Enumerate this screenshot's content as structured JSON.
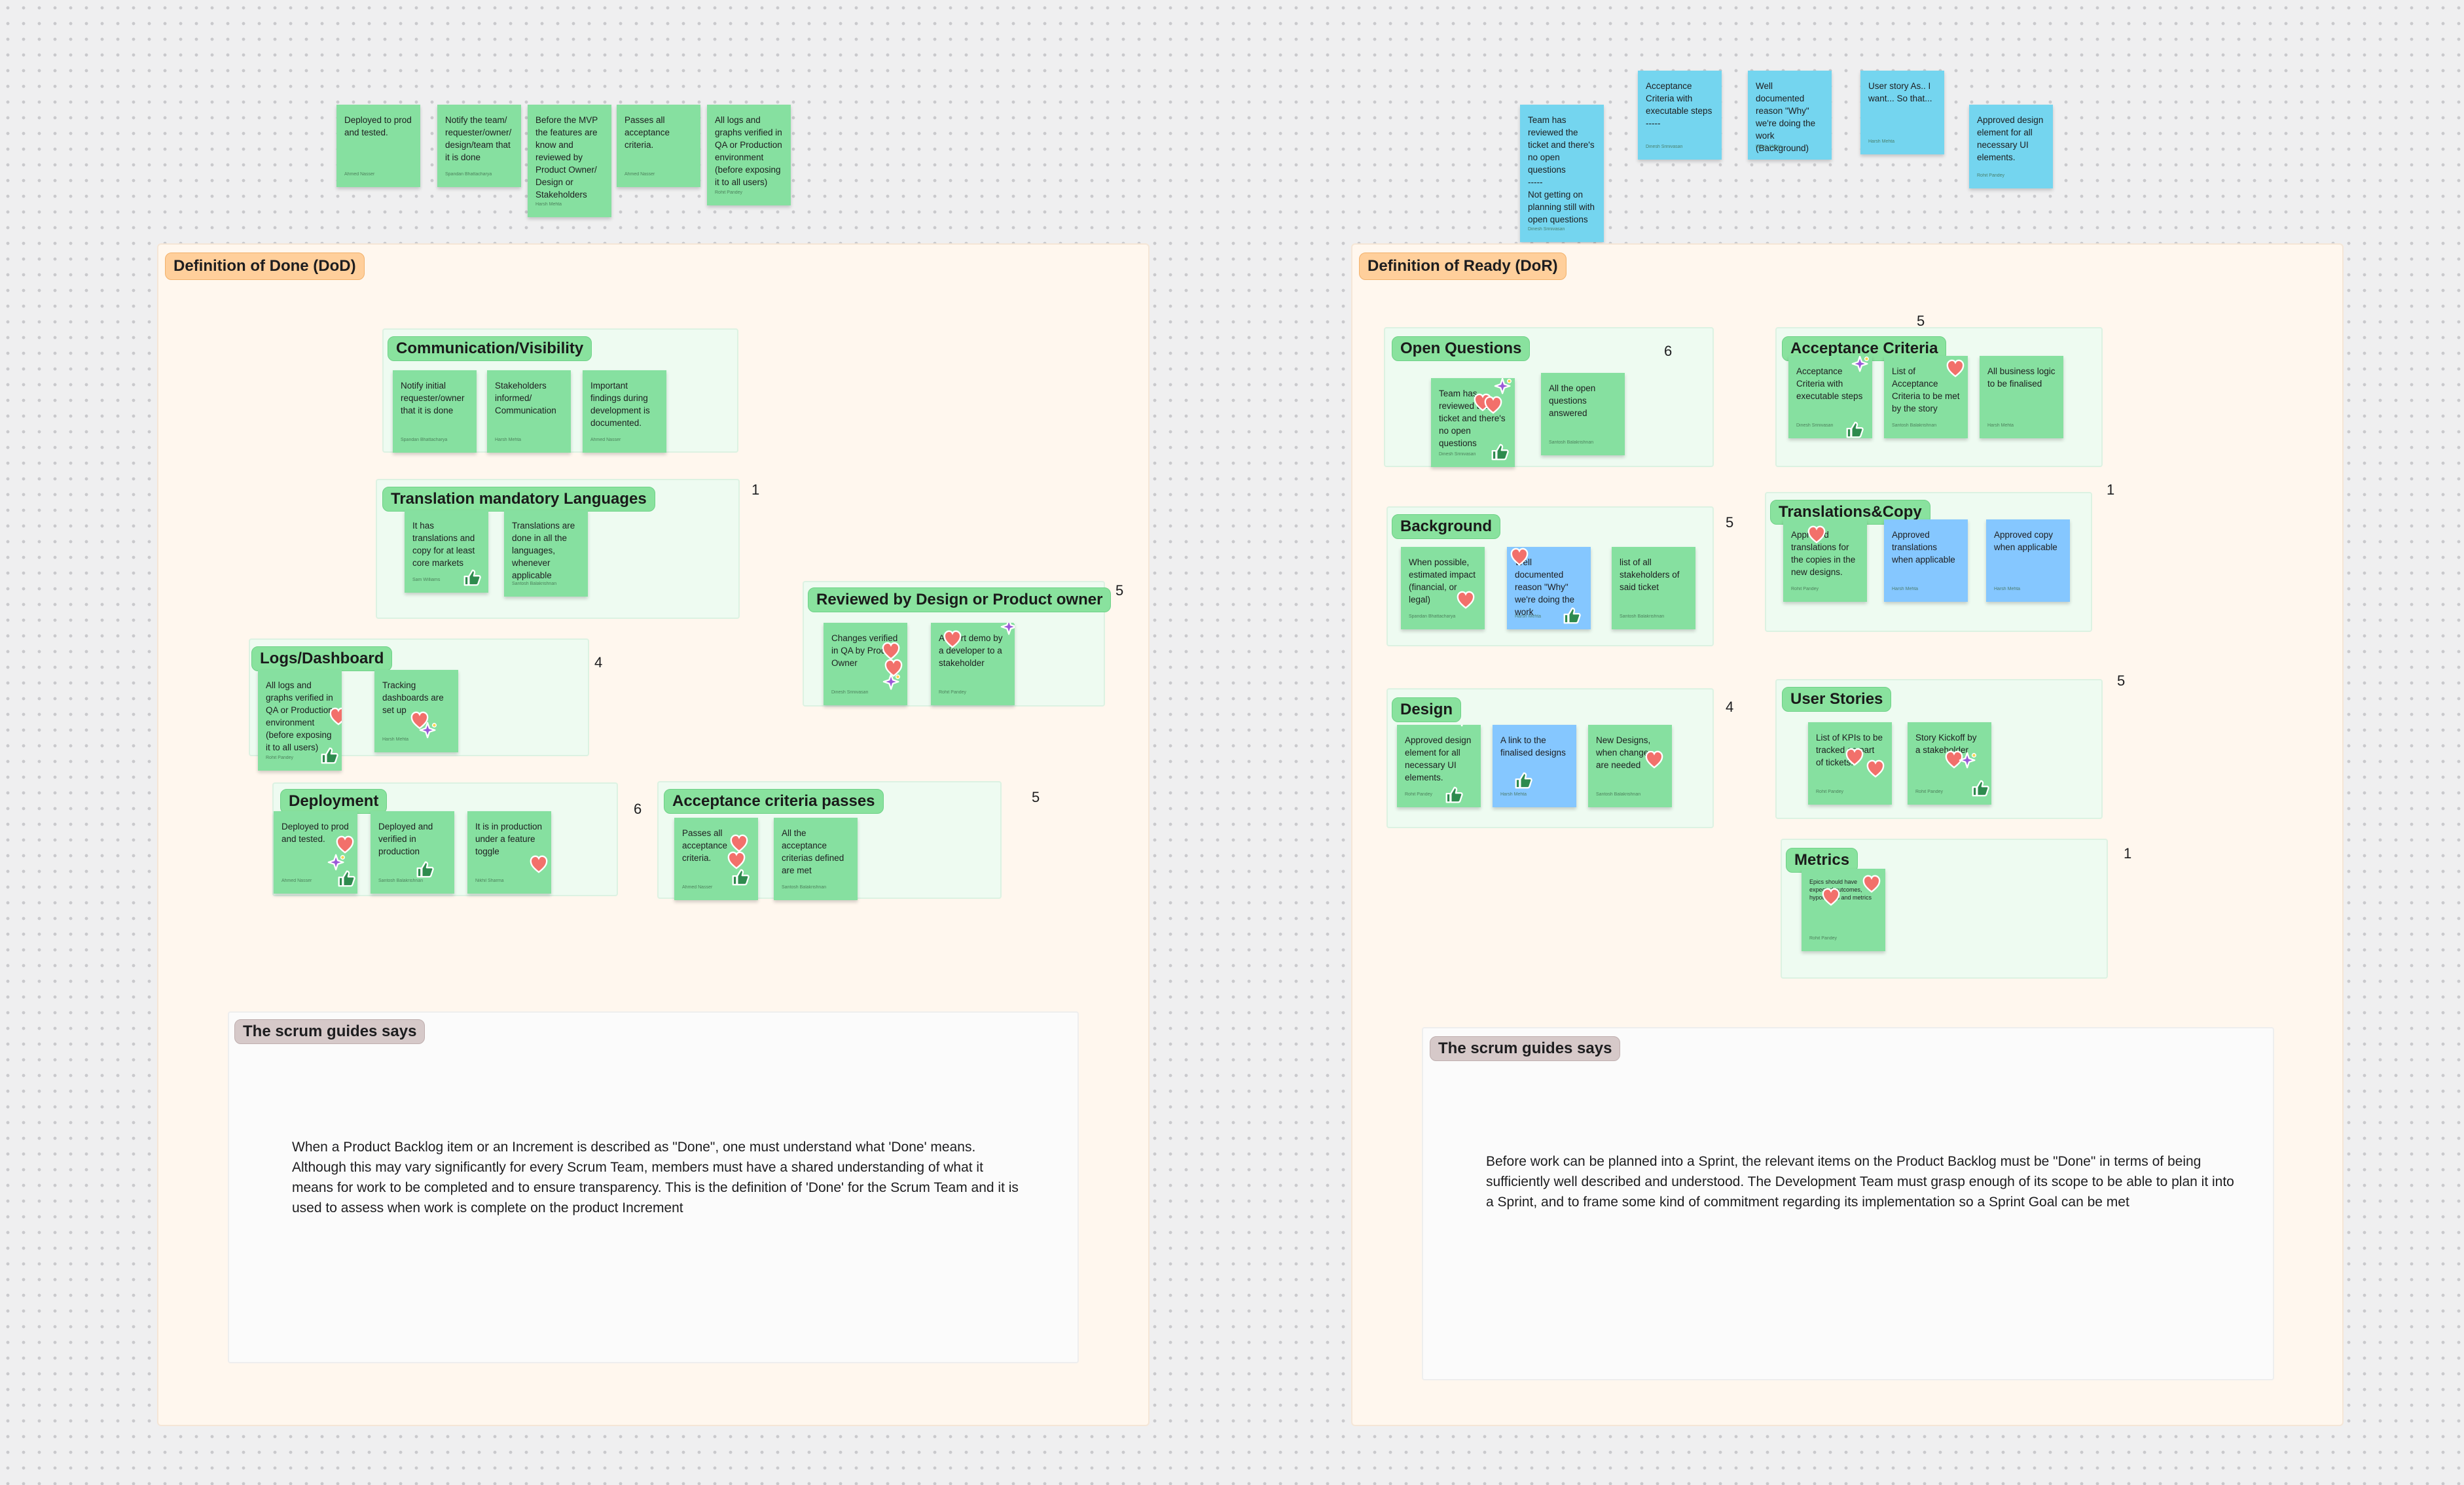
{
  "dod": {
    "label": "Definition of Done (DoD)",
    "loose": [
      {
        "text": "Deployed to prod and tested.",
        "author": "Ahmed Nasser"
      },
      {
        "text": "Notify the team/ requester/owner/ design/team that it is done",
        "author": "Spandan Bhattacharya"
      },
      {
        "text": "Before the MVP the features are know and reviewed by Product Owner/ Design or Stakeholders",
        "author": "Harsh Mehta"
      },
      {
        "text": "Passes all acceptance criteria.",
        "author": "Ahmed Nasser"
      },
      {
        "text": "All logs and graphs verified in QA or Production environment (before exposing it to all users)",
        "author": "Rohit Pandey"
      }
    ],
    "groups": {
      "comm": {
        "label": "Communication/Visibility",
        "count": "",
        "notes": [
          {
            "text": "Notify initial requester/owner that it is done",
            "author": "Spandan Bhattacharya"
          },
          {
            "text": "Stakeholders informed/ Communication",
            "author": "Harsh Mehta"
          },
          {
            "text": "Important findings during development is documented.",
            "author": "Ahmed Nasser"
          }
        ]
      },
      "transl": {
        "label": "Translation mandatory Languages",
        "count": "1",
        "notes": [
          {
            "text": "It has translations and copy  for at least core markets",
            "author": "Sam Williams"
          },
          {
            "text": "Translations are done in all the languages, whenever applicable",
            "author": "Santosh Balakrishnan"
          }
        ]
      },
      "reviewed": {
        "label": "Reviewed by Design or Product owner",
        "count": "5",
        "notes": [
          {
            "text": "Changes verified in QA by Product Owner",
            "author": "Dinesh Srinivasan"
          },
          {
            "text": "A short demo by a developer to a stakeholder",
            "author": "Rohit Pandey"
          }
        ]
      },
      "logs": {
        "label": "Logs/Dashboard",
        "count": "4",
        "notes": [
          {
            "text": "All logs and graphs verified in QA or Production environment (before exposing it to all users)",
            "author": "Rohit Pandey"
          },
          {
            "text": "Tracking dashboards are set up",
            "author": "Harsh Mehta"
          }
        ]
      },
      "deploy": {
        "label": "Deployment",
        "count": "6",
        "notes": [
          {
            "text": "Deployed to prod and tested.",
            "author": "Ahmed Nasser"
          },
          {
            "text": "Deployed and verified in production",
            "author": "Santosh Balakrishnan"
          },
          {
            "text": "It is in production under a feature toggle",
            "author": "Nikhil Sharma"
          }
        ]
      },
      "accept": {
        "label": "Acceptance criteria passes",
        "count": "5",
        "notes": [
          {
            "text": "Passes all acceptance criteria.",
            "author": "Ahmed Nasser"
          },
          {
            "text": "All the acceptance criterias defined are met",
            "author": "Santosh Balakrishnan"
          }
        ]
      }
    },
    "scrum": {
      "label": "The scrum guides says",
      "text": "When a Product Backlog item or an Increment is described as \"Done\", one must understand what 'Done' means. Although this may vary significantly for every Scrum Team, members must have a shared understanding of what it means for work to be completed and to ensure transparency. This is the definition of 'Done' for the Scrum Team and it is used to assess when work is complete on the product Increment"
    }
  },
  "dor": {
    "label": "Definition of Ready (DoR)",
    "loose": [
      {
        "text": "Team has reviewed the ticket and there's no open questions\n-----\nNot getting on planning still with open questions",
        "author": "Dinesh Srinivasan"
      },
      {
        "text": "Acceptance Criteria with executable steps\n-----",
        "author": "Dinesh Srinivasan"
      },
      {
        "text": "Well documented reason \"Why\" we're doing the work (Background)",
        "author": "Harsh Mehta"
      },
      {
        "text": "User story As.. I want... So that...",
        "author": "Harsh Mehta"
      },
      {
        "text": "Approved design element for all necessary UI elements.",
        "author": "Rohit Pandey"
      }
    ],
    "groups": {
      "openq": {
        "label": "Open Questions",
        "count": "6",
        "notes": [
          {
            "text": "Team has reviewed the ticket and there's no open questions",
            "author": "Dinesh Srinivasan"
          },
          {
            "text": "All the open questions answered",
            "author": "Santosh Balakrishnan"
          }
        ]
      },
      "accept": {
        "label": "Acceptance Criteria",
        "count": "5",
        "notes": [
          {
            "text": "Acceptance Criteria with executable steps",
            "author": "Dinesh Srinivasan"
          },
          {
            "text": "List of Acceptance Criteria to be met by the story",
            "author": "Santosh Balakrishnan"
          },
          {
            "text": "All business logic to be finalised",
            "author": "Harsh Mehta"
          }
        ]
      },
      "background": {
        "label": "Background",
        "count": "5",
        "notes": [
          {
            "text": "When possible, estimated impact (financial, or legal)",
            "author": "Spandan Bhattacharya"
          },
          {
            "text": "Well documented reason \"Why\" we're doing the work",
            "author": "Harsh Mehta"
          },
          {
            "text": "list of all stakeholders of said ticket",
            "author": "Santosh Balakrishnan"
          }
        ]
      },
      "transl": {
        "label": "Translations&Copy",
        "count": "1",
        "notes": [
          {
            "text": "Approved translations for the copies in the new designs.",
            "author": "Rohit Pandey"
          },
          {
            "text": "Approved translations when applicable",
            "author": "Harsh Mehta"
          },
          {
            "text": "Approved copy when applicable",
            "author": "Harsh Mehta"
          }
        ]
      },
      "design": {
        "label": "Design",
        "count": "4",
        "notes": [
          {
            "text": "Approved design element for all necessary UI elements.",
            "author": "Rohit Pandey"
          },
          {
            "text": "A link to the finalised designs",
            "author": "Harsh Mehta"
          },
          {
            "text": "New Designs, when changes are needed",
            "author": "Santosh Balakrishnan"
          }
        ]
      },
      "stories": {
        "label": "User Stories",
        "count": "5",
        "notes": [
          {
            "text": "List of KPIs to be tracked as part of tickets.",
            "author": "Rohit Pandey"
          },
          {
            "text": "Story Kickoff by a stakeholder",
            "author": "Rohit Pandey"
          }
        ]
      },
      "metrics": {
        "label": "Metrics",
        "count": "1",
        "notes": [
          {
            "text": "Epics should have expected outcomes, hypotheses and metrics",
            "author": "Rohit Pandey"
          }
        ]
      }
    },
    "scrum": {
      "label": "The scrum guides says",
      "text": "Before work can be planned into a Sprint, the relevant items on the Product Backlog must be \"Done\" in terms of being sufficiently well described and understood. The Development Team must grasp enough of its scope to be able to plan it into a Sprint, and to frame some kind of commitment regarding its implementation so a Sprint Goal can be met"
    }
  },
  "colors": {
    "canvas": "#efeff0",
    "section_bg": "#fff7ee",
    "section_label": "#ffcf9b",
    "group_bg": "#eefbf1",
    "group_label": "#89e29e",
    "sticky_green": "#86e0a0",
    "sticky_blue": "#85c7ff",
    "sticky_cyan": "#74d5ef",
    "scrum_label": "#d6c9c9"
  },
  "icons": [
    "heart-sticker-icon",
    "thumbs-up-sticker-icon",
    "purple-sparkle-sticker-icon"
  ]
}
